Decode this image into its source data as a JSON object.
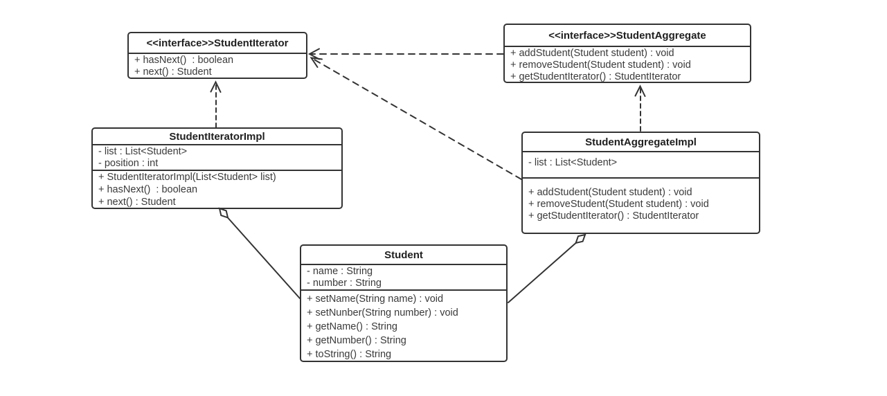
{
  "diagram": {
    "kind": "uml-class-diagram",
    "pattern": "Iterator",
    "colors": {
      "background": "#ffffff",
      "stroke": "#333333",
      "text": "#3a3a3a"
    },
    "classes": {
      "student_iterator": {
        "title": "<<interface>>StudentIterator",
        "attributes": [],
        "methods": [
          "+ hasNext()  : boolean",
          "+ next() : Student"
        ]
      },
      "student_aggregate": {
        "title": "<<interface>>StudentAggregate",
        "attributes": [],
        "methods": [
          "+ addStudent(Student student) : void",
          "+ removeStudent(Student student) : void",
          "+ getStudentIterator() : StudentIterator"
        ]
      },
      "student_iterator_impl": {
        "title": "StudentIteratorImpl",
        "attributes": [
          "- list : List<Student>",
          "- position : int"
        ],
        "methods": [
          "+ StudentIteratorImpl(List<Student> list)",
          "+ hasNext()  : boolean",
          "+ next() : Student"
        ]
      },
      "student_aggregate_impl": {
        "title": "StudentAggregateImpl",
        "attributes": [
          "- list : List<Student>"
        ],
        "methods": [
          "+ addStudent(Student student) : void",
          "+ removeStudent(Student student) : void",
          "+ getStudentIterator() : StudentIterator"
        ]
      },
      "student": {
        "title": "Student",
        "attributes": [
          "- name : String",
          "- number : String"
        ],
        "methods": [
          "+ setName(String name) : void",
          "+ setNunber(String number) : void",
          "+ getName() : String",
          "+ getNumber() : String",
          "+ toString() : String"
        ]
      }
    },
    "relationships": [
      {
        "type": "realization",
        "from": "StudentIteratorImpl",
        "to": "StudentIterator",
        "line": "dashed",
        "arrow": "open"
      },
      {
        "type": "realization",
        "from": "StudentAggregateImpl",
        "to": "StudentAggregate",
        "line": "dashed",
        "arrow": "open"
      },
      {
        "type": "dependency",
        "from": "StudentAggregate",
        "to": "StudentIterator",
        "line": "dashed",
        "arrow": "open"
      },
      {
        "type": "dependency",
        "from": "StudentAggregateImpl",
        "to": "StudentIterator",
        "line": "dashed",
        "arrow": "open"
      },
      {
        "type": "aggregation",
        "whole": "StudentIteratorImpl",
        "part": "Student",
        "line": "solid",
        "diamond": "hollow"
      },
      {
        "type": "aggregation",
        "whole": "StudentAggregateImpl",
        "part": "Student",
        "line": "solid",
        "diamond": "hollow"
      }
    ]
  }
}
